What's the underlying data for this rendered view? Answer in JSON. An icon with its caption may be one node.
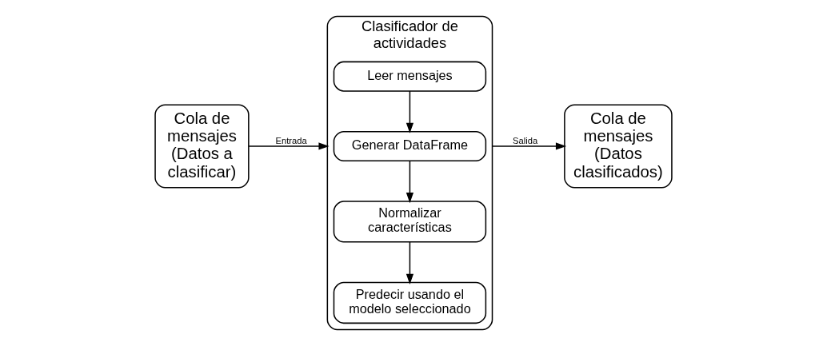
{
  "diagram": {
    "nodes": [
      {
        "text": [
          "Cola de mensajes (Datos a clasificar)"
        ]
      },
      {
        "text": [
          "Clasificador de actividades"
        ]
      },
      {
        "text": [
          "Leer mensajes"
        ],
        "in": 1
      },
      {
        "text": [
          "Generar DataFrame"
        ],
        "in": 1
      },
      {
        "text": [
          "Normalizar características"
        ],
        "in": 1
      },
      {
        "text": [
          "Predecir usando el modelo seleccionado"
        ],
        "in": 1
      },
      {
        "text": [
          "Cola de mensajes (Datos clasificados)"
        ]
      }
    ],
    "edges": [
      {
        "from": 0,
        "to": 1,
        "arrow": "to",
        "label": "Entrada"
      },
      {
        "from": 2,
        "to": 3,
        "arrow": "to"
      },
      {
        "from": 3,
        "to": 4,
        "arrow": "to"
      },
      {
        "from": 4,
        "to": 5,
        "arrow": "to"
      },
      {
        "from": 1,
        "to": 6,
        "arrow": "to",
        "label": "Salida"
      }
    ]
  }
}
